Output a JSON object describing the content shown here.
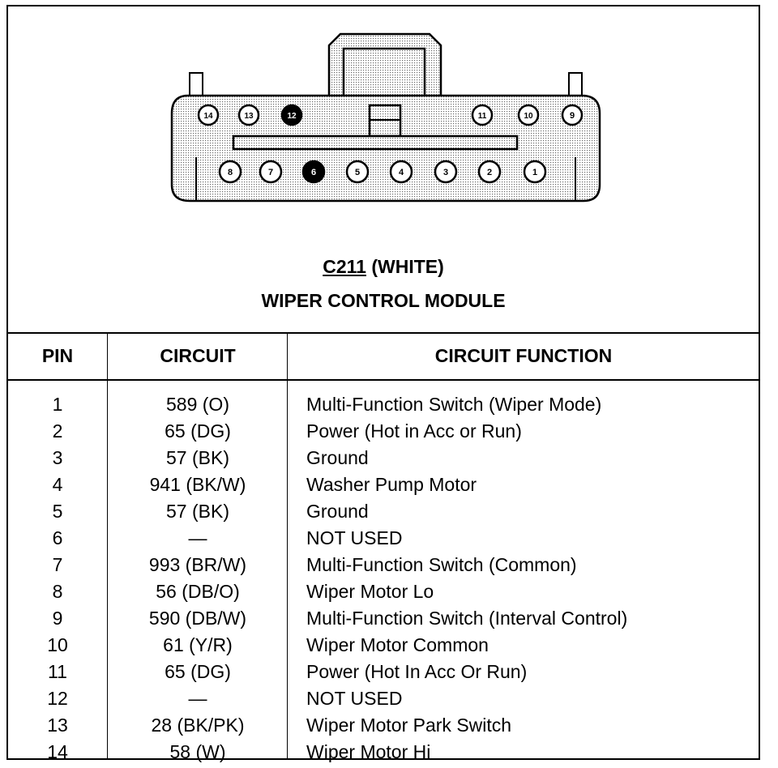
{
  "connector": {
    "top_pins": [
      "14",
      "13",
      "12",
      "11",
      "10",
      "9"
    ],
    "bottom_pins": [
      "8",
      "7",
      "6",
      "5",
      "4",
      "3",
      "2",
      "1"
    ],
    "filled_pins": [
      "12",
      "6"
    ]
  },
  "caption": {
    "connector_id": "C211",
    "color": "(WHITE)",
    "module": "WIPER CONTROL MODULE"
  },
  "table": {
    "headers": [
      "PIN",
      "CIRCUIT",
      "CIRCUIT FUNCTION"
    ],
    "rows": [
      {
        "pin": "1",
        "circuit": "589 (O)",
        "function": "Multi-Function Switch (Wiper Mode)"
      },
      {
        "pin": "2",
        "circuit": "65 (DG)",
        "function": "Power (Hot in Acc or Run)"
      },
      {
        "pin": "3",
        "circuit": "57 (BK)",
        "function": "Ground"
      },
      {
        "pin": "4",
        "circuit": "941 (BK/W)",
        "function": "Washer Pump Motor"
      },
      {
        "pin": "5",
        "circuit": "57 (BK)",
        "function": "Ground"
      },
      {
        "pin": "6",
        "circuit": "—",
        "function": "NOT USED"
      },
      {
        "pin": "7",
        "circuit": "993 (BR/W)",
        "function": "Multi-Function Switch (Common)"
      },
      {
        "pin": "8",
        "circuit": "56 (DB/O)",
        "function": "Wiper Motor Lo"
      },
      {
        "pin": "9",
        "circuit": "590 (DB/W)",
        "function": "Multi-Function Switch (Interval Control)"
      },
      {
        "pin": "10",
        "circuit": "61 (Y/R)",
        "function": "Wiper Motor Common"
      },
      {
        "pin": "11",
        "circuit": "65 (DG)",
        "function": "Power (Hot In Acc Or Run)"
      },
      {
        "pin": "12",
        "circuit": "—",
        "function": "NOT USED"
      },
      {
        "pin": "13",
        "circuit": "28 (BK/PK)",
        "function": "Wiper Motor Park Switch"
      },
      {
        "pin": "14",
        "circuit": "58 (W)",
        "function": "Wiper Motor Hi"
      }
    ]
  }
}
